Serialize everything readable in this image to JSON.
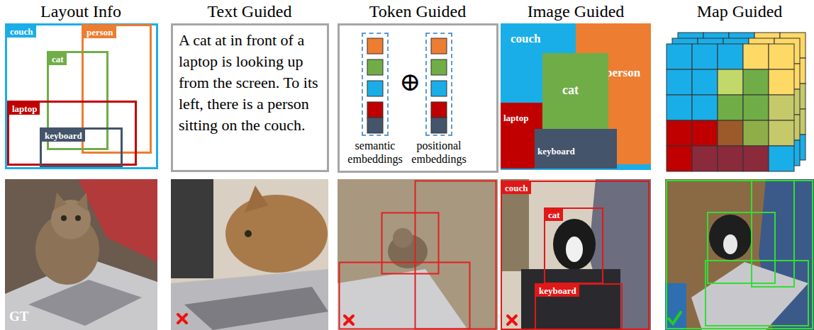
{
  "diagram": {
    "nodes": [
      {
        "text": [
          "couch"
        ]
      },
      {
        "text": [
          "person"
        ]
      },
      {
        "text": [
          "cat"
        ]
      },
      {
        "text": [
          "laptop"
        ]
      },
      {
        "text": [
          "keyboard"
        ]
      },
      {
        "text": [
          "A cat at in front of a laptop is looking up from the screen. To its left, there is a person sitting on the couch."
        ]
      },
      {
        "text": [
          "semantic embeddings"
        ]
      },
      {
        "text": [
          "positional embeddings"
        ]
      },
      {
        "text": [
          "couch"
        ]
      },
      {
        "text": [
          "person"
        ]
      },
      {
        "text": [
          "cat"
        ]
      },
      {
        "text": [
          "laptop"
        ]
      },
      {
        "text": [
          "keyboard"
        ]
      },
      {
        "text": [
          "couch"
        ]
      },
      {
        "text": [
          "cat"
        ]
      },
      {
        "text": [
          "keyboard"
        ]
      }
    ],
    "labels": [
      "Layout Info",
      "Text Guided",
      "Token Guided",
      "Image Guided",
      "Map Guided",
      "⊕",
      "GT"
    ]
  }
}
